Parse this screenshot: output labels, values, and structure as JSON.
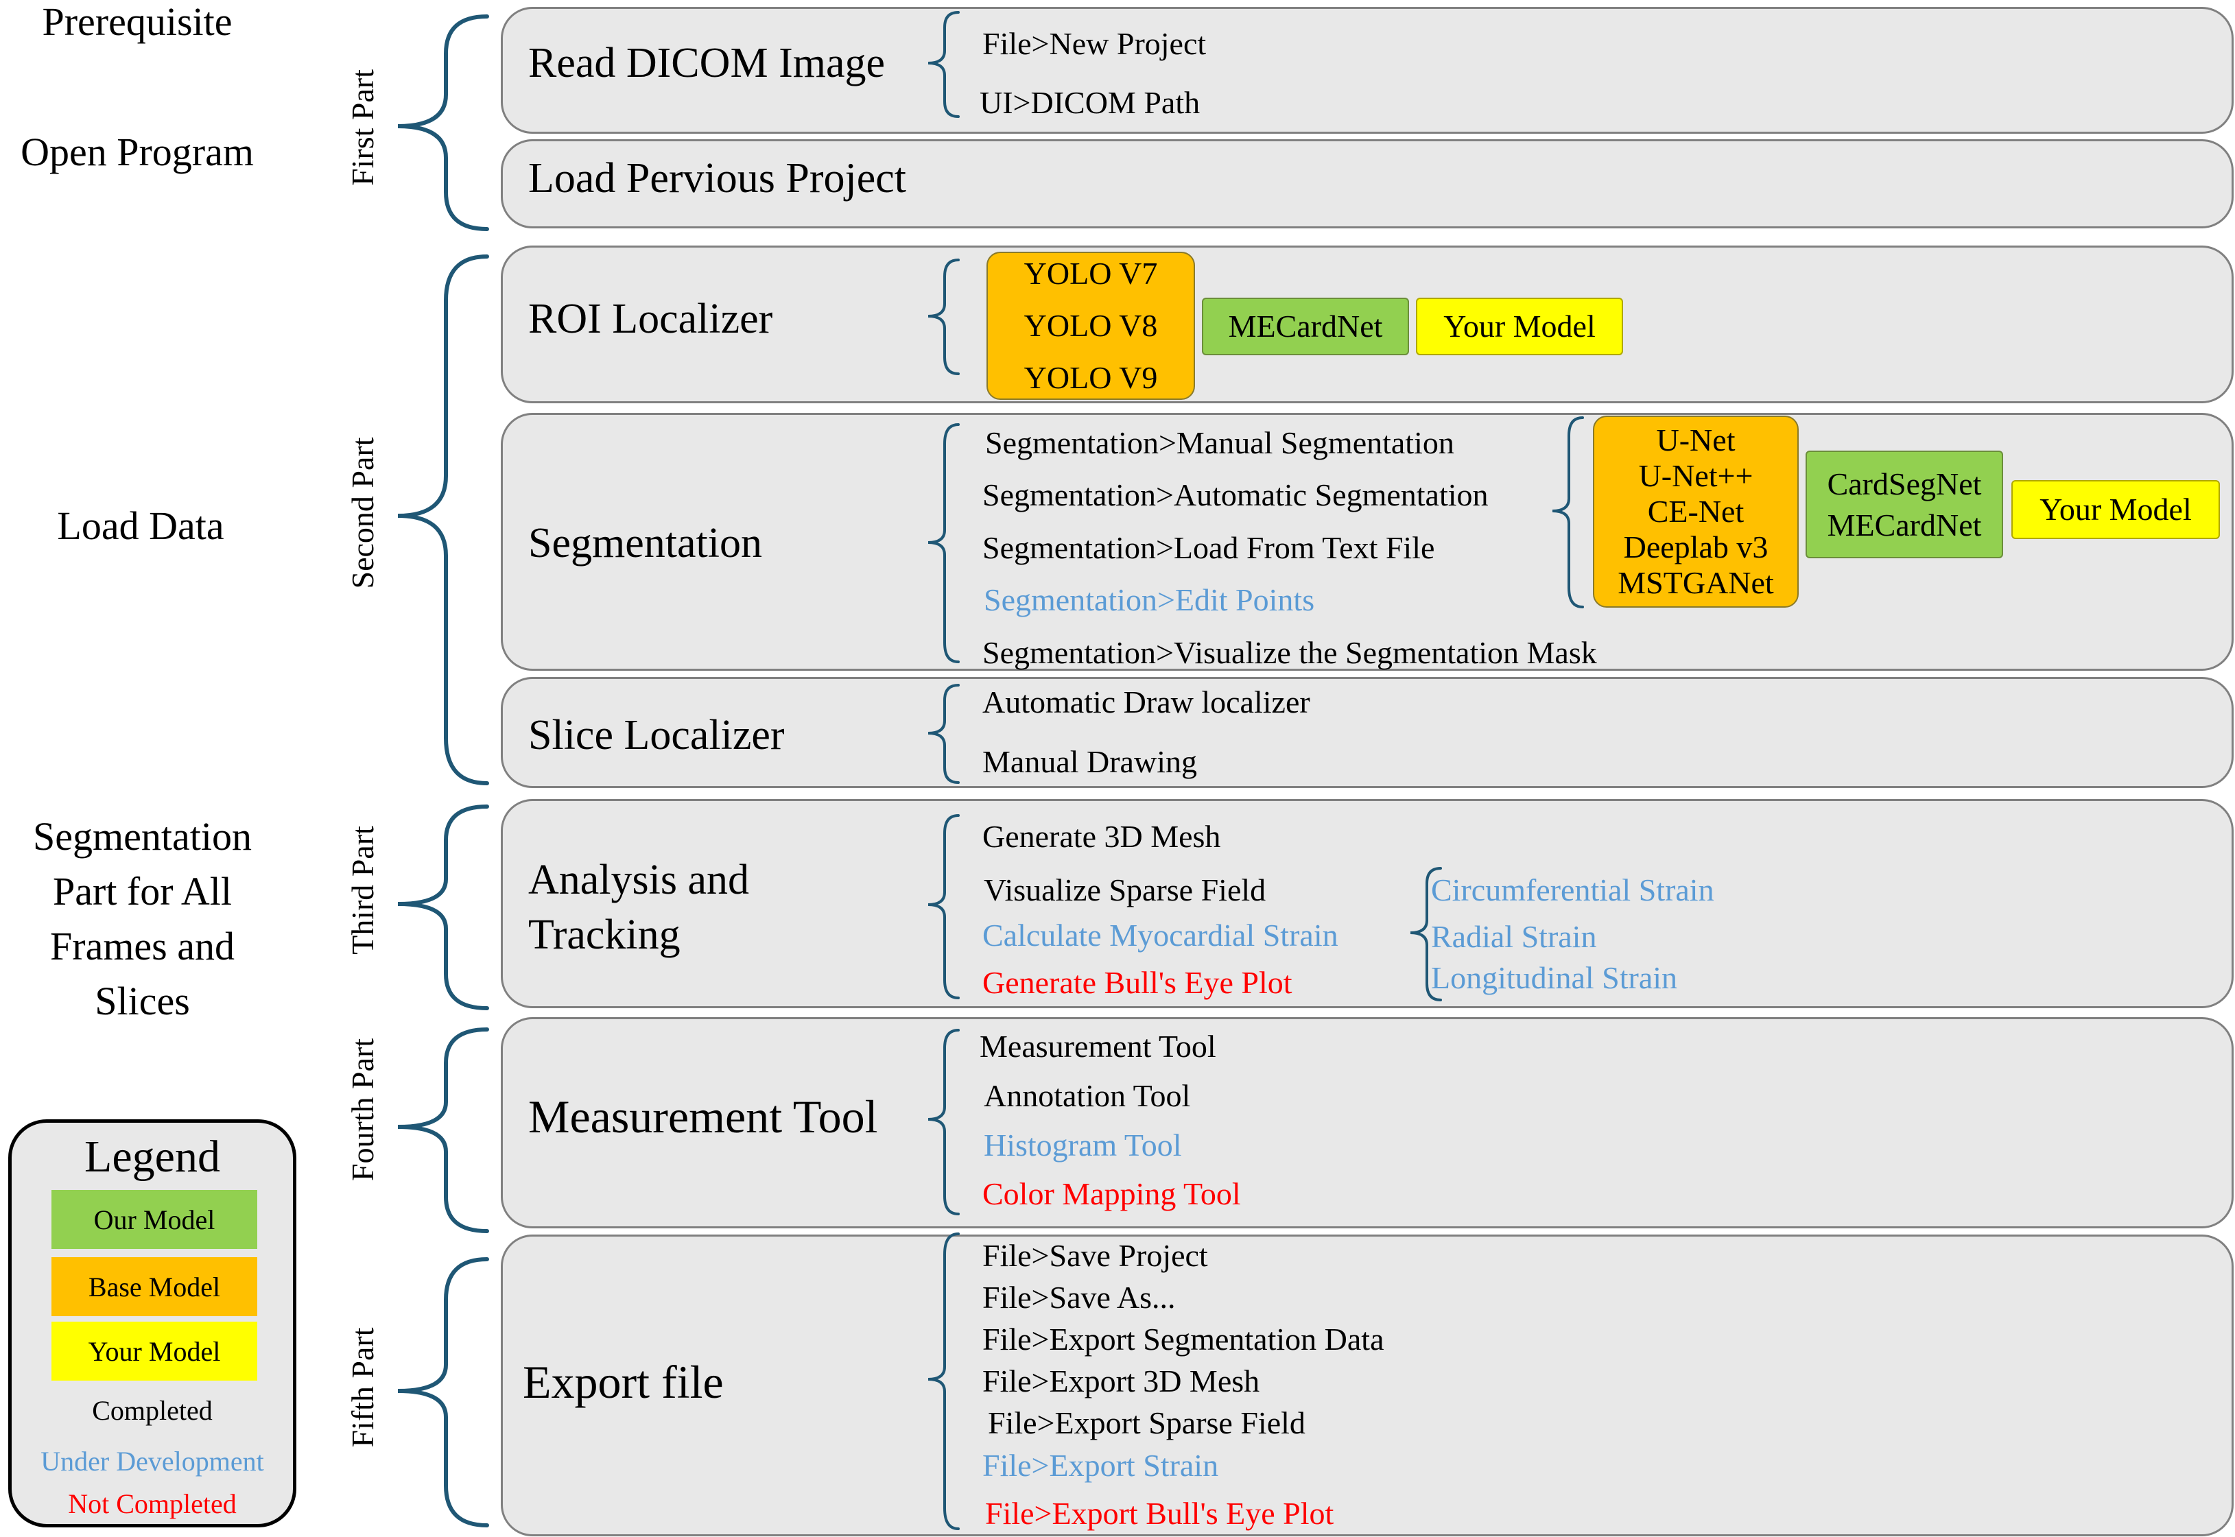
{
  "left_labels": {
    "prerequisite": "Prerequisite",
    "open_program": "Open Program",
    "load_data": "Load Data",
    "segmentation_part": [
      "Segmentation",
      "Part for All",
      "Frames and",
      "Slices"
    ]
  },
  "parts": {
    "first": "First Part",
    "second": "Second Part",
    "third": "Third Part",
    "fourth": "Fourth  Part",
    "fifth": "Fifth  Part"
  },
  "panels": {
    "read_dicom": {
      "title": "Read DICOM Image",
      "items": [
        "File>New Project",
        "UI>DICOM Path"
      ]
    },
    "load_previous": {
      "title": "Load Pervious Project"
    },
    "roi": {
      "title": "ROI Localizer",
      "base_models": [
        "YOLO V7",
        "YOLO V8",
        "YOLO V9"
      ],
      "our_model": "MECardNet",
      "your_model": "Your Model"
    },
    "segmentation": {
      "title": "Segmentation",
      "items": [
        "Segmentation>Manual Segmentation",
        "Segmentation>Automatic Segmentation",
        "Segmentation>Load From Text File",
        "Segmentation>Edit Points",
        "Segmentation>Visualize the Segmentation Mask"
      ],
      "base_models": [
        "U-Net",
        "U-Net++",
        "CE-Net",
        "Deeplab v3",
        "MSTGANet"
      ],
      "our_models": [
        "CardSegNet",
        "MECardNet"
      ],
      "your_model": "Your Model"
    },
    "slice": {
      "title": "Slice Localizer",
      "items": [
        "Automatic Draw localizer",
        "Manual Drawing"
      ]
    },
    "analysis": {
      "title": [
        "Analysis and",
        "Tracking"
      ],
      "items": [
        "Generate 3D Mesh",
        "Visualize Sparse Field",
        "Calculate Myocardial Strain",
        "Generate Bull's Eye Plot"
      ],
      "strain_items": [
        "Circumferential Strain",
        "Radial Strain",
        "Longitudinal Strain"
      ]
    },
    "measurement": {
      "title": "Measurement Tool",
      "items": [
        "Measurement Tool",
        "Annotation Tool",
        "Histogram Tool",
        "Color Mapping Tool"
      ]
    },
    "export": {
      "title": "Export file",
      "items": [
        "File>Save Project",
        "File>Save As...",
        "File>Export Segmentation Data",
        "File>Export 3D Mesh",
        "File>Export Sparse Field",
        "File>Export Strain",
        "File>Export Bull's Eye Plot"
      ]
    }
  },
  "legend": {
    "title": "Legend",
    "our_model": "Our Model",
    "base_model": "Base Model",
    "your_model": "Your Model",
    "completed": "Completed",
    "under_development": "Under Development",
    "not_completed": "Not Completed"
  },
  "colors": {
    "our_model": "#92d050",
    "base_model": "#ffc000",
    "your_model": "#ffff00",
    "completed": "#000000",
    "under_development": "#5b9bd5",
    "not_completed": "#ff0000",
    "brace": "#1f5775",
    "panel_fill": "#e8e8e8"
  }
}
